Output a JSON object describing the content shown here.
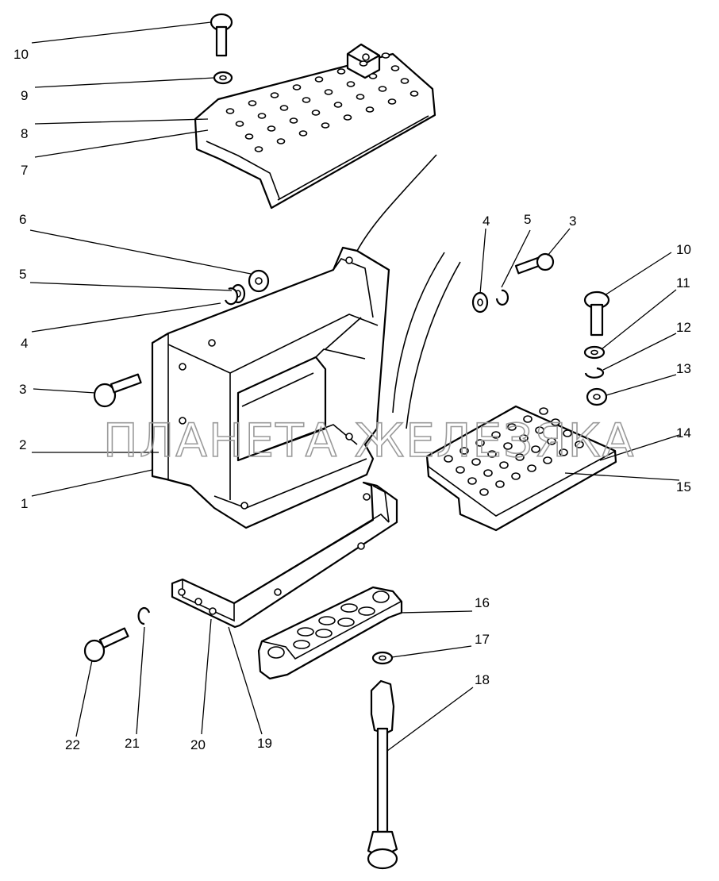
{
  "watermark": "ПЛАНЕТА ЖЕЛЕЗЯКА",
  "callouts": [
    "10",
    "9",
    "8",
    "7",
    "6",
    "5",
    "4",
    "3",
    "2",
    "1",
    "4",
    "5",
    "3",
    "10",
    "11",
    "12",
    "13",
    "14",
    "15",
    "16",
    "17",
    "18",
    "22",
    "21",
    "20",
    "19"
  ]
}
